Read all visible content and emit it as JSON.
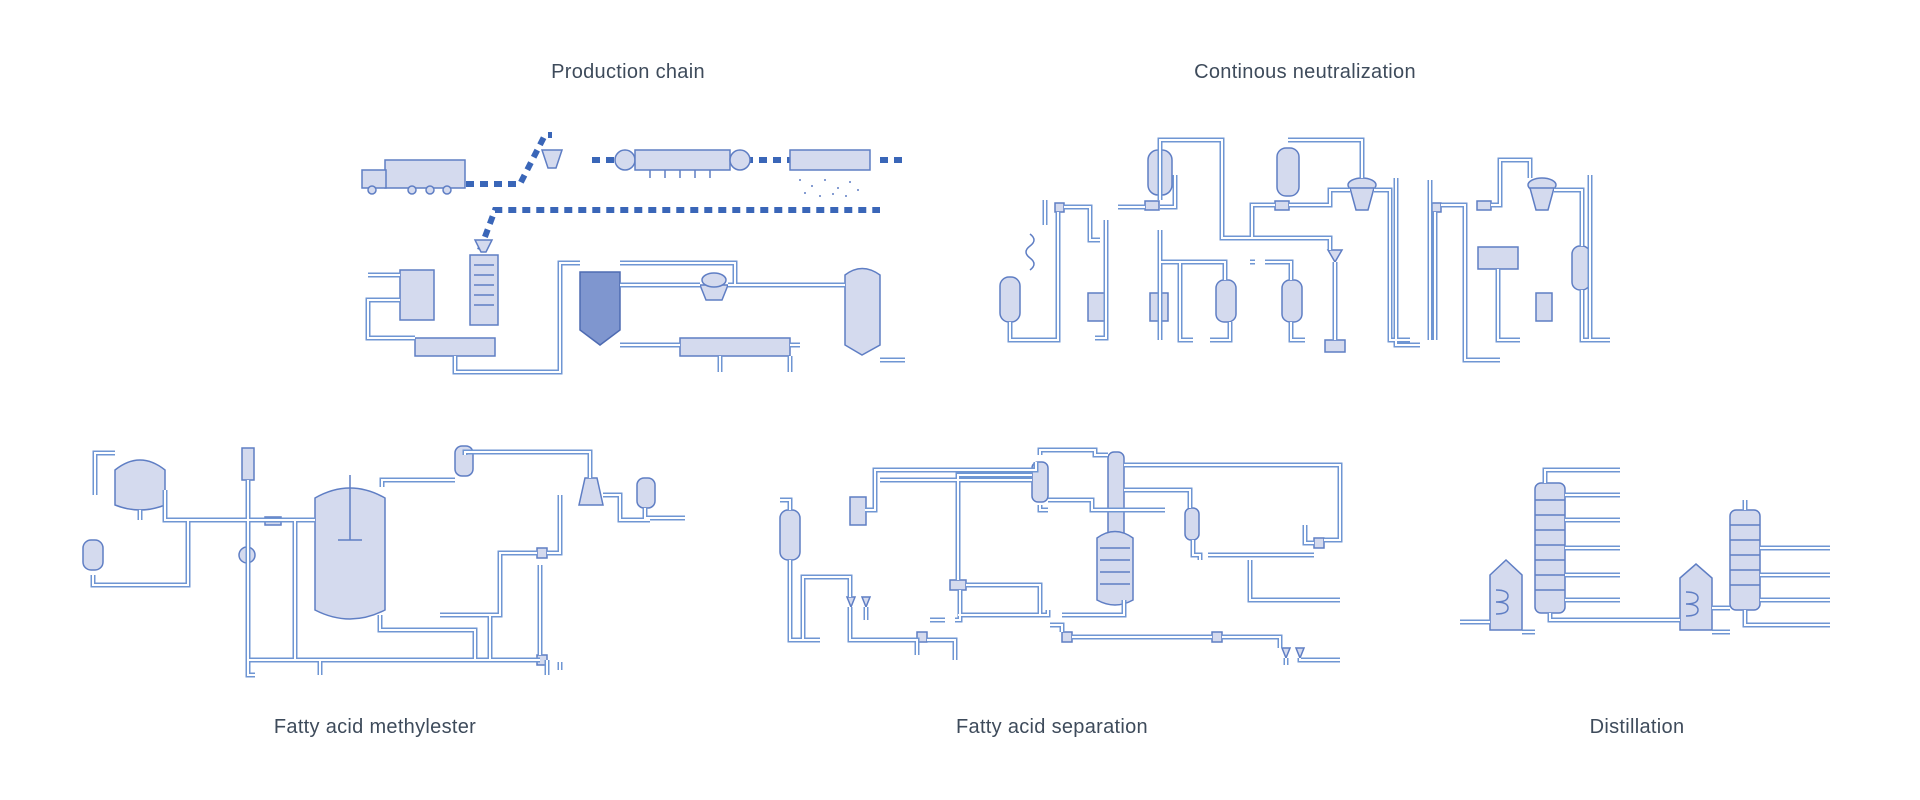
{
  "diagrams": [
    {
      "key": "production_chain",
      "title": "Production chain"
    },
    {
      "key": "continous_neutralization",
      "title": "Continous neutralization"
    },
    {
      "key": "fatty_acid_methylester",
      "title": "Fatty acid methylester"
    },
    {
      "key": "fatty_acid_separation",
      "title": "Fatty acid separation"
    },
    {
      "key": "distillation",
      "title": "Distillation"
    }
  ],
  "colors": {
    "pipe": "#6f96d3",
    "vessel_fill": "#d4daee",
    "vessel_stroke": "#5f7ec4",
    "caption": "#3e4b5b"
  }
}
